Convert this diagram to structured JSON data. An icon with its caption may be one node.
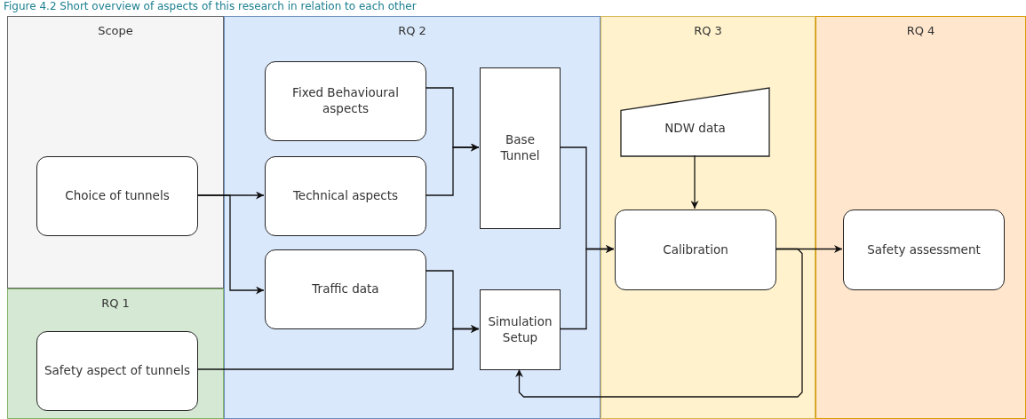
{
  "diagram": {
    "title": "Figure 4.2 Short overview of aspects of this research in relation to each other",
    "nodes": [
      {
        "text": [
          "Scope"
        ]
      },
      {
        "text": [
          "RQ 1"
        ]
      },
      {
        "text": [
          "RQ 2"
        ]
      },
      {
        "text": [
          "RQ 3"
        ]
      },
      {
        "text": [
          "RQ 4"
        ]
      },
      {
        "text": [
          "Choice of tunnels"
        ],
        "in": 0
      },
      {
        "text": [
          "Safety aspect of tunnels"
        ],
        "in": 1
      },
      {
        "text": [
          "Fixed Behavioural aspects"
        ],
        "in": 2
      },
      {
        "text": [
          "Technical aspects"
        ],
        "in": 2
      },
      {
        "text": [
          "Traffic data"
        ],
        "in": 2
      },
      {
        "text": [
          "Base Tunnel"
        ],
        "in": 2
      },
      {
        "text": [
          "Simulation Setup"
        ],
        "in": 2
      },
      {
        "text": [
          "NDW data"
        ],
        "in": 3
      },
      {
        "text": [
          "Calibration"
        ],
        "in": 3
      },
      {
        "text": [
          "Safety assessment"
        ],
        "in": 4
      }
    ],
    "edges": [
      {
        "from": 5,
        "to": 8,
        "arrow": "to"
      },
      {
        "from": 5,
        "to": 9,
        "arrow": "to"
      },
      {
        "from": 7,
        "to": 10,
        "arrow": "to"
      },
      {
        "from": 8,
        "to": 10,
        "arrow": "to"
      },
      {
        "from": 9,
        "to": 11,
        "arrow": "to"
      },
      {
        "from": 6,
        "to": 11,
        "arrow": "to"
      },
      {
        "from": 10,
        "to": 13,
        "arrow": "to"
      },
      {
        "from": 11,
        "to": 13,
        "arrow": "to"
      },
      {
        "from": 12,
        "to": 13,
        "arrow": "to"
      },
      {
        "from": 13,
        "to": 14,
        "arrow": "to"
      },
      {
        "from": 13,
        "to": 11,
        "arrow": "to"
      }
    ]
  }
}
